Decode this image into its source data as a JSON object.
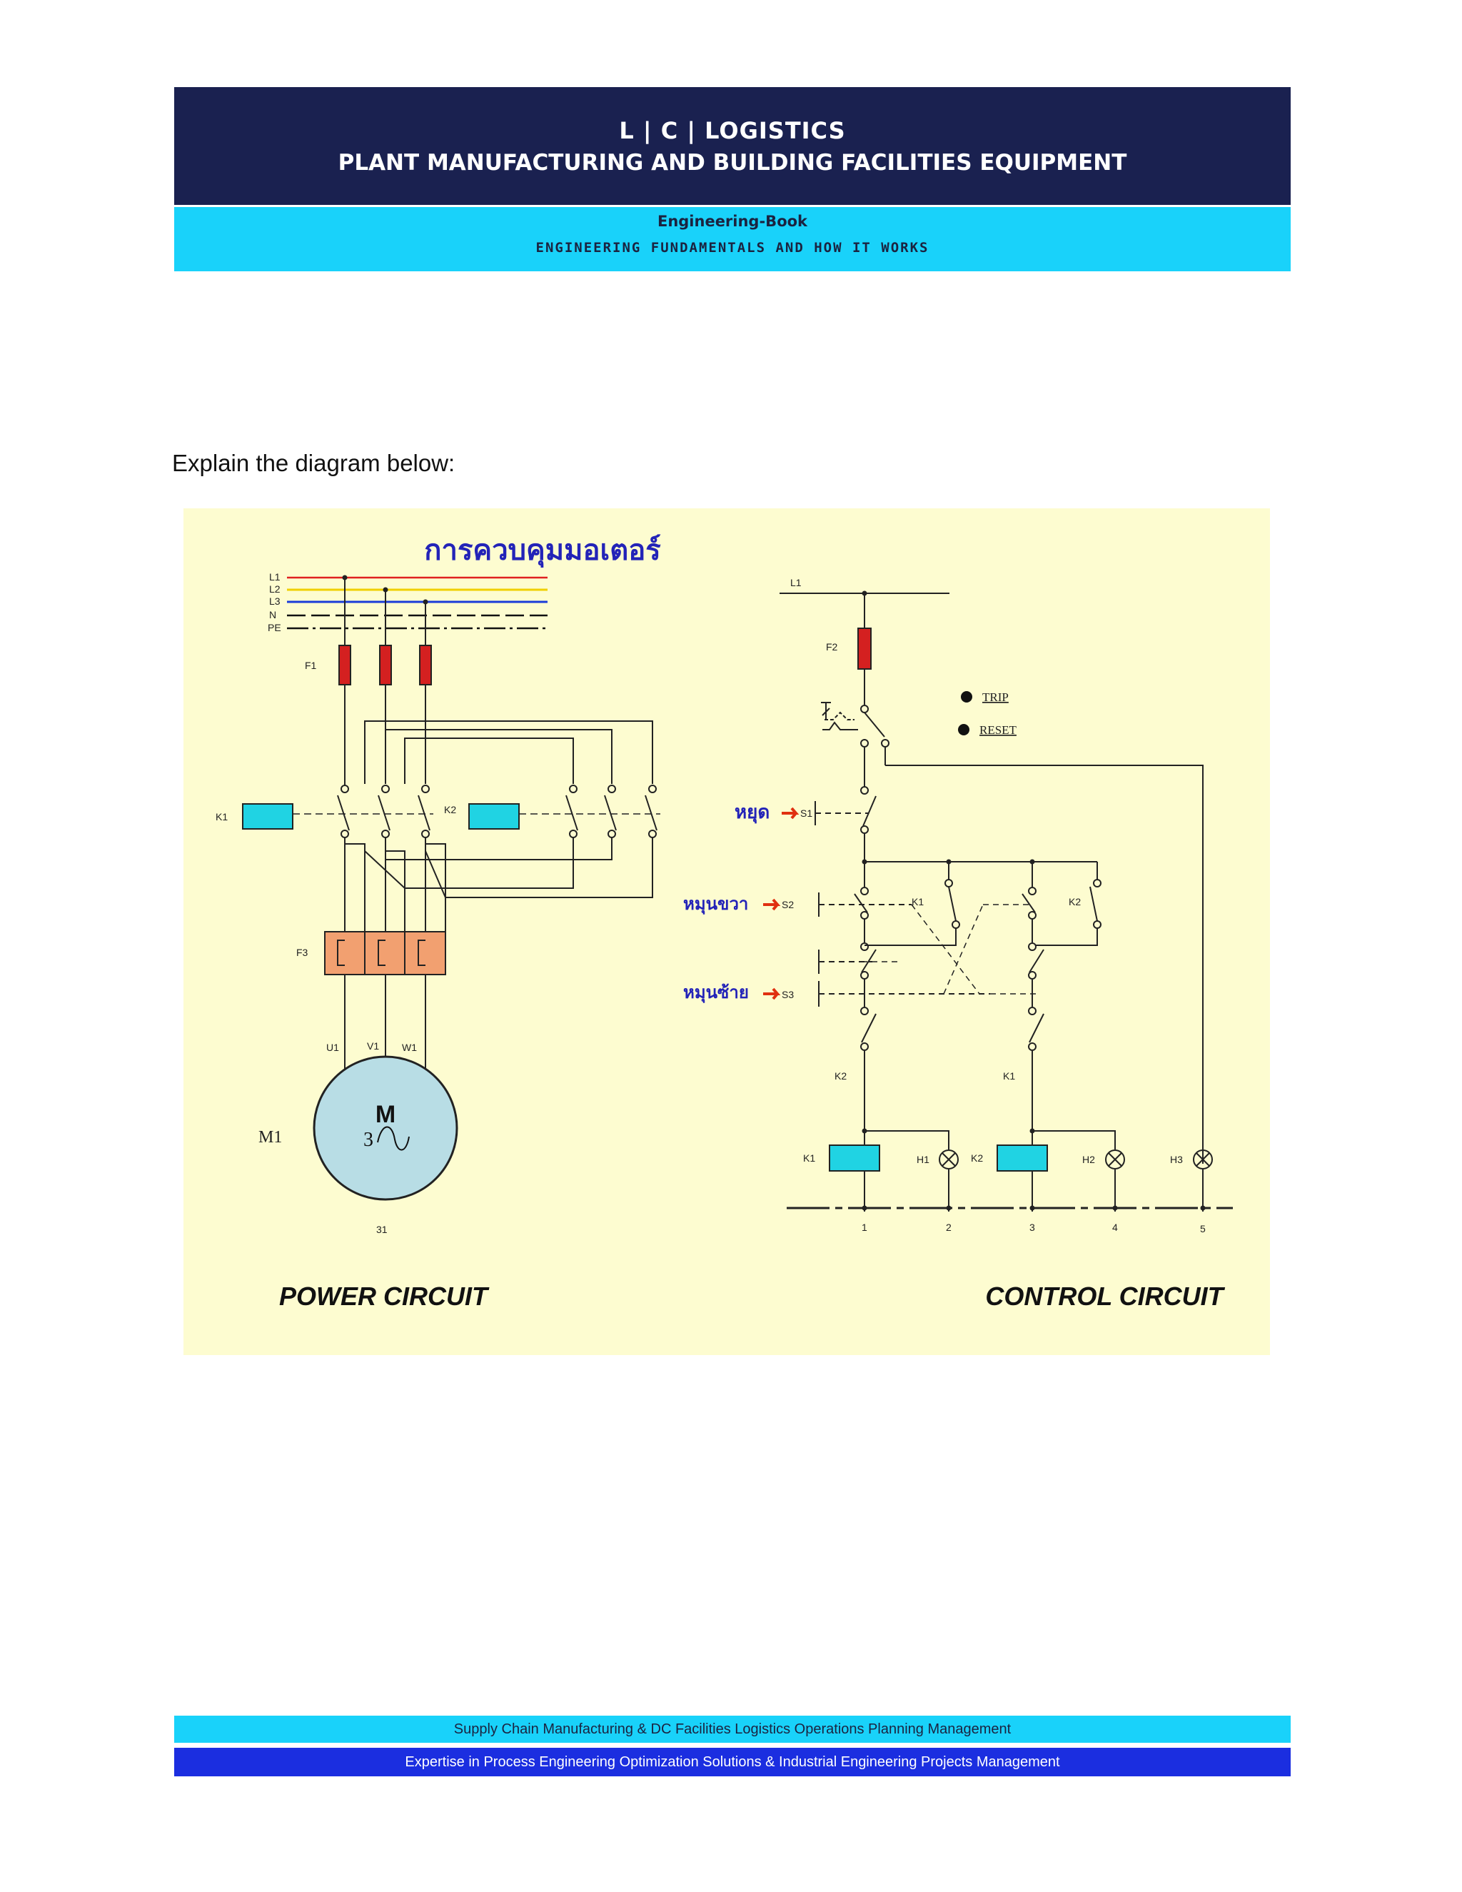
{
  "header": {
    "company": "L | C | LOGISTICS",
    "tagline": "PLANT MANUFACTURING AND BUILDING FACILITIES EQUIPMENT",
    "book": "Engineering-Book",
    "subtitle": "ENGINEERING FUNDAMENTALS AND HOW IT WORKS"
  },
  "prompt": "Explain the diagram below:",
  "diagram": {
    "title": "การควบคุมมอเตอร์",
    "power_circuit_caption": "POWER CIRCUIT",
    "control_circuit_caption": "CONTROL CIRCUIT",
    "power": {
      "lines": [
        "L1",
        "L2",
        "L3",
        "N",
        "PE"
      ],
      "fuse": "F1",
      "contactor_k1": "K1",
      "contactor_k2": "K2",
      "overload": "F3",
      "terminals": [
        "U1",
        "V1",
        "W1"
      ],
      "motor_letter": "M",
      "motor_phase": "3",
      "motor_label": "M1",
      "motor_number": "31"
    },
    "control": {
      "supply": "L1",
      "fuse": "F2",
      "trip": "TRIP",
      "reset": "RESET",
      "stop_label": "หยุด",
      "stop_switch": "S1",
      "right_label": "หมุนขวา",
      "right_switch": "S2",
      "left_label": "หมุนซ้าย",
      "left_switch": "S3",
      "aux_k1": "K1",
      "aux_k2": "K2",
      "interlock_k2": "K2",
      "interlock_k1": "K1",
      "coil_k1": "K1",
      "coil_k2": "K2",
      "lamps": [
        "H1",
        "H2",
        "H3"
      ],
      "rungs": [
        "1",
        "2",
        "3",
        "4",
        "5"
      ]
    }
  },
  "footer": {
    "line1": "Supply Chain Manufacturing & DC Facilities Logistics Operations Planning Management",
    "line2": "Expertise in Process Engineering Optimization Solutions & Industrial Engineering Projects Management"
  }
}
